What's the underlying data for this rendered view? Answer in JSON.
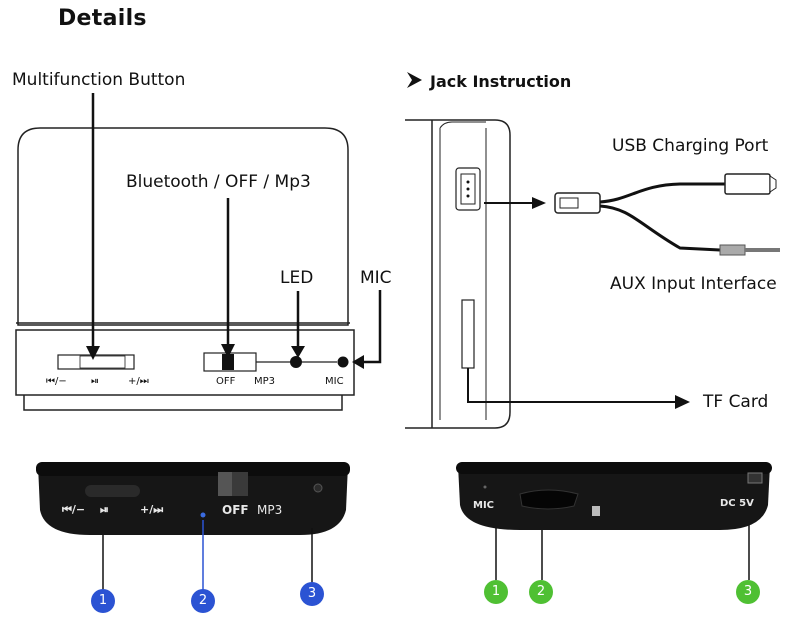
{
  "title": "Details",
  "left_diagram": {
    "multifunction_label": "Multifunction Button",
    "switch_label": "Bluetooth / OFF / Mp3",
    "led_label": "LED",
    "mic_label": "MIC",
    "btn_left": "⏮/−",
    "btn_mid": "⏯",
    "btn_right": "+/⏭",
    "switch_off": "OFF",
    "switch_mp3": "MP3",
    "mic_small": "MIC"
  },
  "right_diagram": {
    "heading": "Jack Instruction",
    "usb_label": "USB Charging Port",
    "aux_label": "AUX Input Interface",
    "tf_label": "TF Card"
  },
  "photo_left": {
    "btn_left": "⏮/−",
    "btn_mid": "⏯",
    "btn_right": "+/⏭",
    "off": "OFF",
    "mp3": "MP3",
    "markers": [
      "1",
      "2",
      "3"
    ],
    "marker_color": "#2b53d3"
  },
  "photo_right": {
    "mic": "MIC",
    "dc": "DC 5V",
    "markers": [
      "1",
      "2",
      "3"
    ],
    "marker_color": "#4fc033"
  }
}
